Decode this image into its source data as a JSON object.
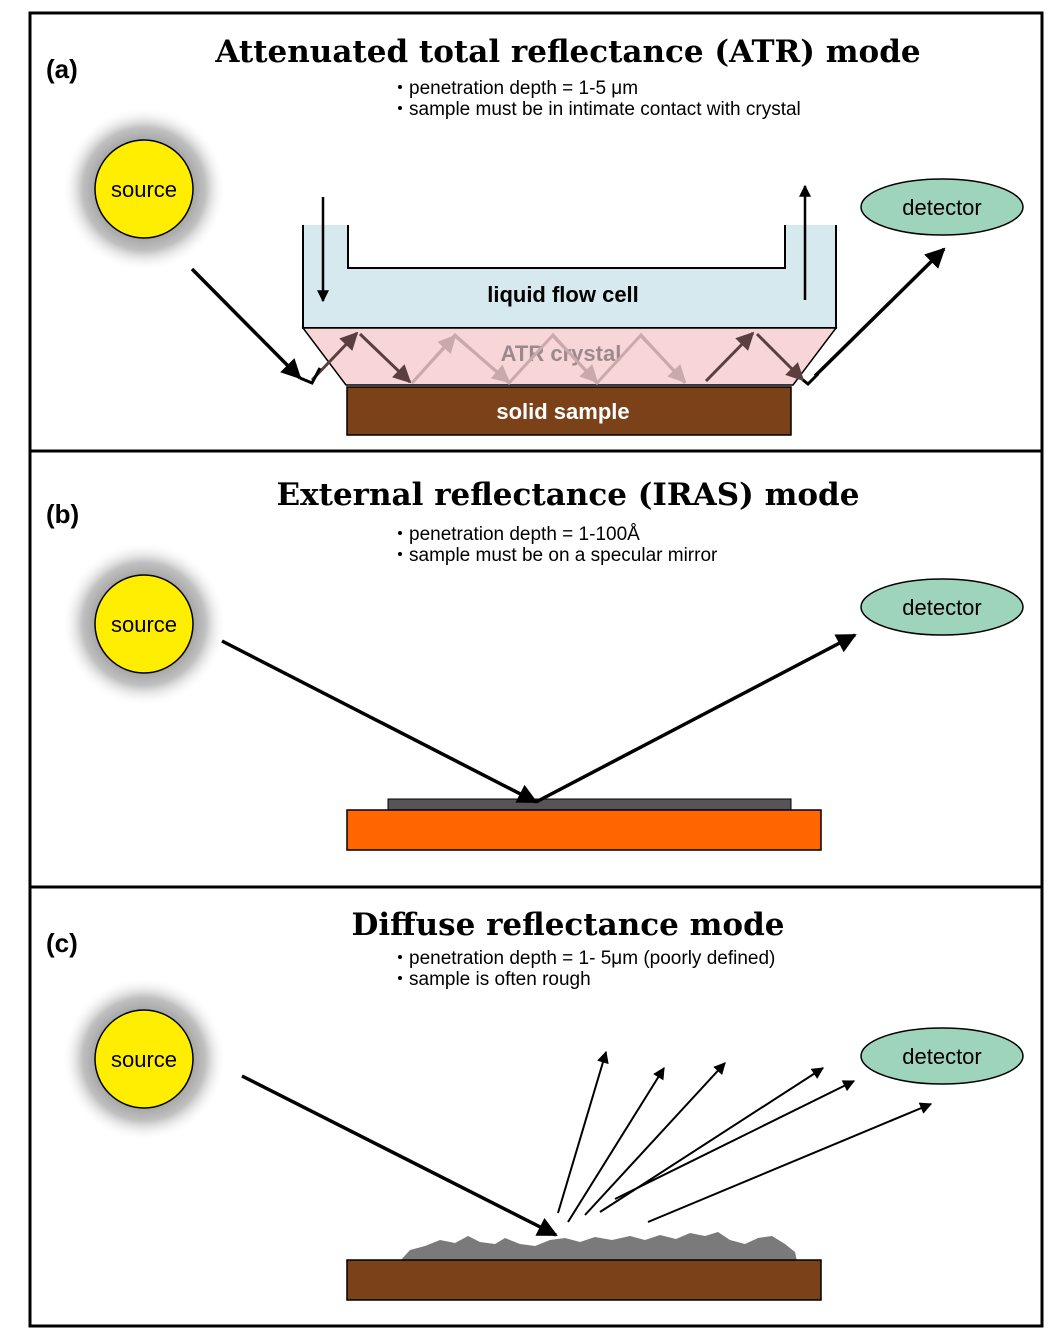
{
  "panels": [
    {
      "label": "(a)",
      "title": "Attenuated total reflectance (ATR) mode",
      "bullets": [
        "penetration depth = 1-5 μm",
        "sample must be in intimate contact with crystal"
      ],
      "source": "source",
      "detector": "detector",
      "flow_cell": "liquid flow cell",
      "crystal": "ATR crystal",
      "sample": "solid sample"
    },
    {
      "label": "(b)",
      "title": "External reflectance (IRAS) mode",
      "bullets": [
        "penetration depth = 1-100Å",
        "sample must be on a specular mirror"
      ],
      "source": "source",
      "detector": "detector"
    },
    {
      "label": "(c)",
      "title": "Diffuse reflectance mode",
      "bullets": [
        "penetration depth = 1- 5μm (poorly defined)",
        "sample is often rough"
      ],
      "source": "source",
      "detector": "detector"
    }
  ],
  "colors": {
    "source_fill": "#ffee00",
    "source_glow": "#8a8a8a",
    "detector_fill": "#9ed4bb",
    "flow_cell_fill": "#d6e9ee",
    "crystal_fill": "#f8d6d8",
    "sample_brown": "#7b421a",
    "mirror_orange": "#ff6600",
    "film_gray": "#555555",
    "rough_gray": "#7a7a7a"
  }
}
